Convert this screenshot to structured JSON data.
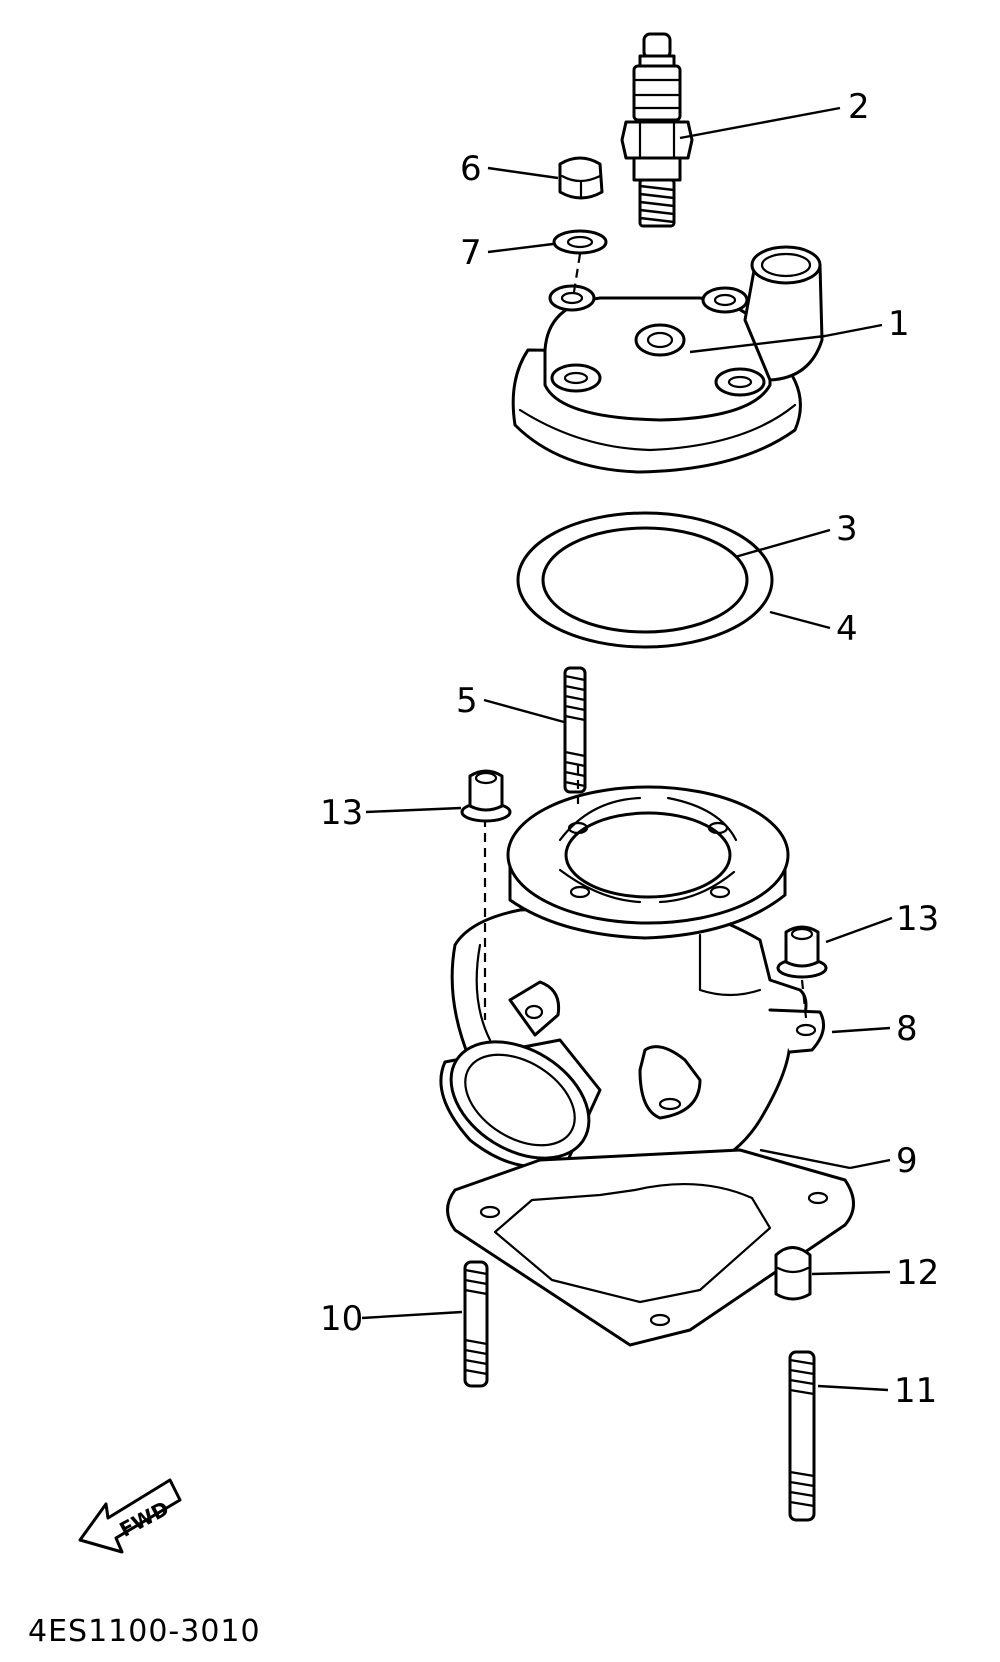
{
  "callouts": [
    {
      "id": "c1",
      "number": "1"
    },
    {
      "id": "c2",
      "number": "2"
    },
    {
      "id": "c3",
      "number": "3"
    },
    {
      "id": "c4",
      "number": "4"
    },
    {
      "id": "c5",
      "number": "5"
    },
    {
      "id": "c6",
      "number": "6"
    },
    {
      "id": "c7",
      "number": "7"
    },
    {
      "id": "c8",
      "number": "8"
    },
    {
      "id": "c9",
      "number": "9"
    },
    {
      "id": "c10",
      "number": "10"
    },
    {
      "id": "c11",
      "number": "11"
    },
    {
      "id": "c12",
      "number": "12"
    },
    {
      "id": "c13a",
      "number": "13"
    },
    {
      "id": "c13b",
      "number": "13"
    }
  ],
  "direction_marker": {
    "text": "FWD",
    "icon": "forward-arrow-icon"
  },
  "diagram_code": "4ES1100-3010"
}
